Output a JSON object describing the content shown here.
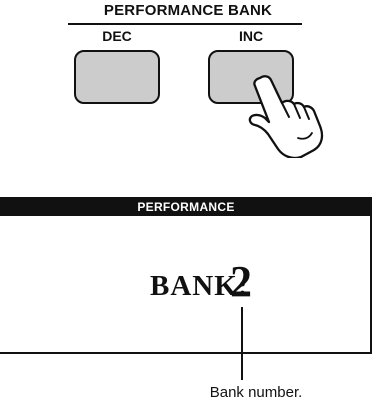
{
  "panel": {
    "group_label": "PERFORMANCE BANK",
    "buttons": [
      {
        "label": "DEC"
      },
      {
        "label": "INC"
      }
    ]
  },
  "display": {
    "header": "PERFORMANCE",
    "bank_label": "BANK:",
    "bank_value": "2"
  },
  "callout": {
    "text": "Bank number."
  },
  "colors": {
    "button_fill": "#cccccc",
    "outline": "#111111",
    "header_bg": "#111111"
  },
  "icons": [
    "pointing-hand-icon"
  ]
}
